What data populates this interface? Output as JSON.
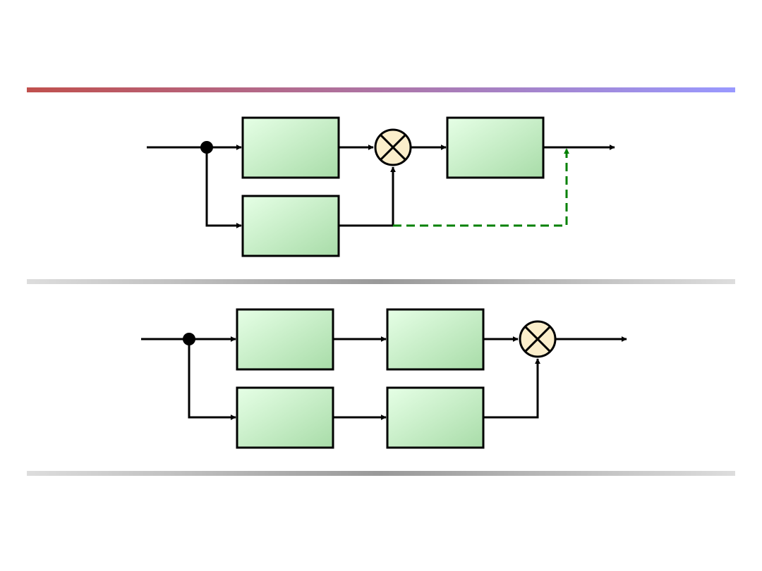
{
  "colors": {
    "title_rule_start": "#c0504d",
    "title_rule_end": "#9999ff",
    "divider_mid": "#999999",
    "divider_edge": "#dddddd",
    "block_fill_light": "#e6ffe6",
    "block_fill_dark": "#a8dca8",
    "block_stroke": "#000000",
    "multiplier_fill": "#fbeecb",
    "signal_line": "#000000",
    "dashed_feedback": "#008000"
  },
  "icons": {
    "multiplier": "multiplier-icon",
    "branch_point": "branch-dot-icon",
    "arrow": "arrowhead-icon"
  },
  "diagrams": [
    {
      "name": "top-diagram",
      "blocks": 3,
      "multipliers": 1,
      "has_feedback": true
    },
    {
      "name": "bottom-diagram",
      "blocks": 4,
      "multipliers": 1,
      "has_feedback": false
    }
  ]
}
